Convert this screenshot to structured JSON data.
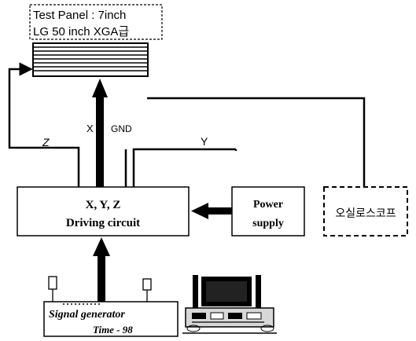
{
  "panel": {
    "line1": "Test Panel : 7inch",
    "line2": "LG 50 inch XGA급"
  },
  "wires": {
    "x_label": "X",
    "gnd_label": "GND",
    "y_label": "Y",
    "z_label": "Z"
  },
  "driving_circuit": {
    "line1": "X, Y, Z",
    "line2": "Driving circuit"
  },
  "power_supply": {
    "line1": "Power",
    "line2": "supply"
  },
  "oscilloscope": {
    "label": "오실로스코프"
  },
  "signal_generator": {
    "line1": "Signal generator",
    "line2": "Time - 98"
  },
  "colors": {
    "ink": "#000000",
    "background": "#ffffff",
    "computer_body": "#d8d8d8"
  }
}
